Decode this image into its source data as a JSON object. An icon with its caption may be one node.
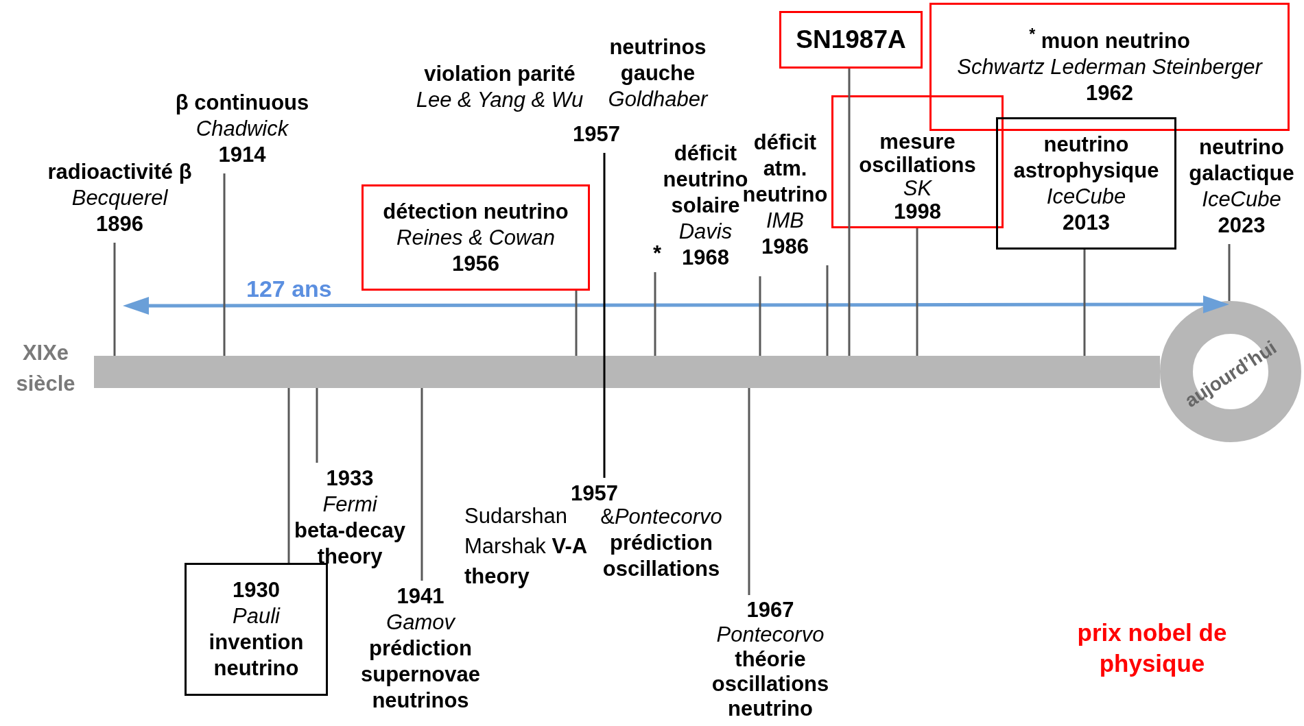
{
  "diagram": {
    "nodes": [
      {
        "text": [],
        "shape": "bar",
        "beside": [
          "XIXe siècle"
        ]
      },
      {
        "text": [
          "aujourd’hui"
        ]
      },
      {
        "text": [
          "radioactivité β",
          "Becquerel",
          "1896"
        ]
      },
      {
        "text": [
          "β continuous",
          "Chadwick",
          "1914"
        ]
      },
      {
        "text": [
          "violation parité",
          "Lee & Yang & Wu"
        ]
      },
      {
        "text": [
          "neutrinos gauche",
          "Goldhaber"
        ]
      },
      {
        "text": [
          "1957"
        ]
      },
      {
        "text": [
          "détection neutrino",
          "Reines & Cowan",
          "1956"
        ]
      },
      {
        "text": [
          "SN1987A"
        ]
      },
      {
        "text": [
          "$^{*}$ muon neutrino",
          "Schwartz Lederman Steinberger",
          "1962"
        ]
      },
      {
        "text": [
          "mesure oscillations",
          "SK",
          "1998"
        ]
      },
      {
        "text": [
          "neutrino astrophysique",
          "IceCube",
          "2013"
        ]
      },
      {
        "text": [
          "neutrino galactique",
          "IceCube",
          "2023"
        ]
      },
      {
        "text": [
          "*"
        ]
      },
      {
        "text": [
          "déficit neutrino solaire",
          "Davis",
          "1968"
        ]
      },
      {
        "text": [
          "déficit atm. neutrino",
          "IMB",
          "1986"
        ]
      },
      {
        "text": [
          "1930",
          "Pauli",
          "invention neutrino"
        ]
      },
      {
        "text": [
          "1933",
          "Fermi",
          "beta-decay theory"
        ]
      },
      {
        "text": [
          "1941",
          "Gamov",
          "prédiction supernovae neutrinos"
        ]
      },
      {
        "text": [
          "1957"
        ]
      },
      {
        "text": [
          "Sudarshan Marshak **V-A theory**"
        ]
      },
      {
        "text": [
          "&*Pontecorvo*",
          "prédiction oscillations"
        ]
      },
      {
        "text": [
          "1967",
          "Pontecorvo",
          "théorie oscillations neutrino"
        ]
      }
    ],
    "edges": [
      {
        "from": 2,
        "to": 0,
        "arrow": "none"
      },
      {
        "from": 3,
        "to": 0,
        "arrow": "none"
      },
      {
        "from": 7,
        "to": 0,
        "arrow": "none"
      },
      {
        "from": 6,
        "to": 19,
        "arrow": "none",
        "color": "#000000"
      },
      {
        "from": 13,
        "to": 0,
        "arrow": "none"
      },
      {
        "from": 14,
        "to": 0,
        "arrow": "none"
      },
      {
        "from": 15,
        "to": 0,
        "arrow": "none"
      },
      {
        "from": 8,
        "to": 0,
        "arrow": "none"
      },
      {
        "from": 10,
        "to": 0,
        "arrow": "none"
      },
      {
        "from": 11,
        "to": 0,
        "arrow": "none"
      },
      {
        "from": 12,
        "to": 1,
        "arrow": "none"
      },
      {
        "from": 16,
        "to": 0,
        "arrow": "none"
      },
      {
        "from": 17,
        "to": 0,
        "arrow": "none"
      },
      {
        "from": 18,
        "to": 0,
        "arrow": "none"
      },
      {
        "from": 22,
        "to": 0,
        "arrow": "none"
      }
    ],
    "labels": [
      "127 ans",
      "prix nobel de physique"
    ]
  }
}
